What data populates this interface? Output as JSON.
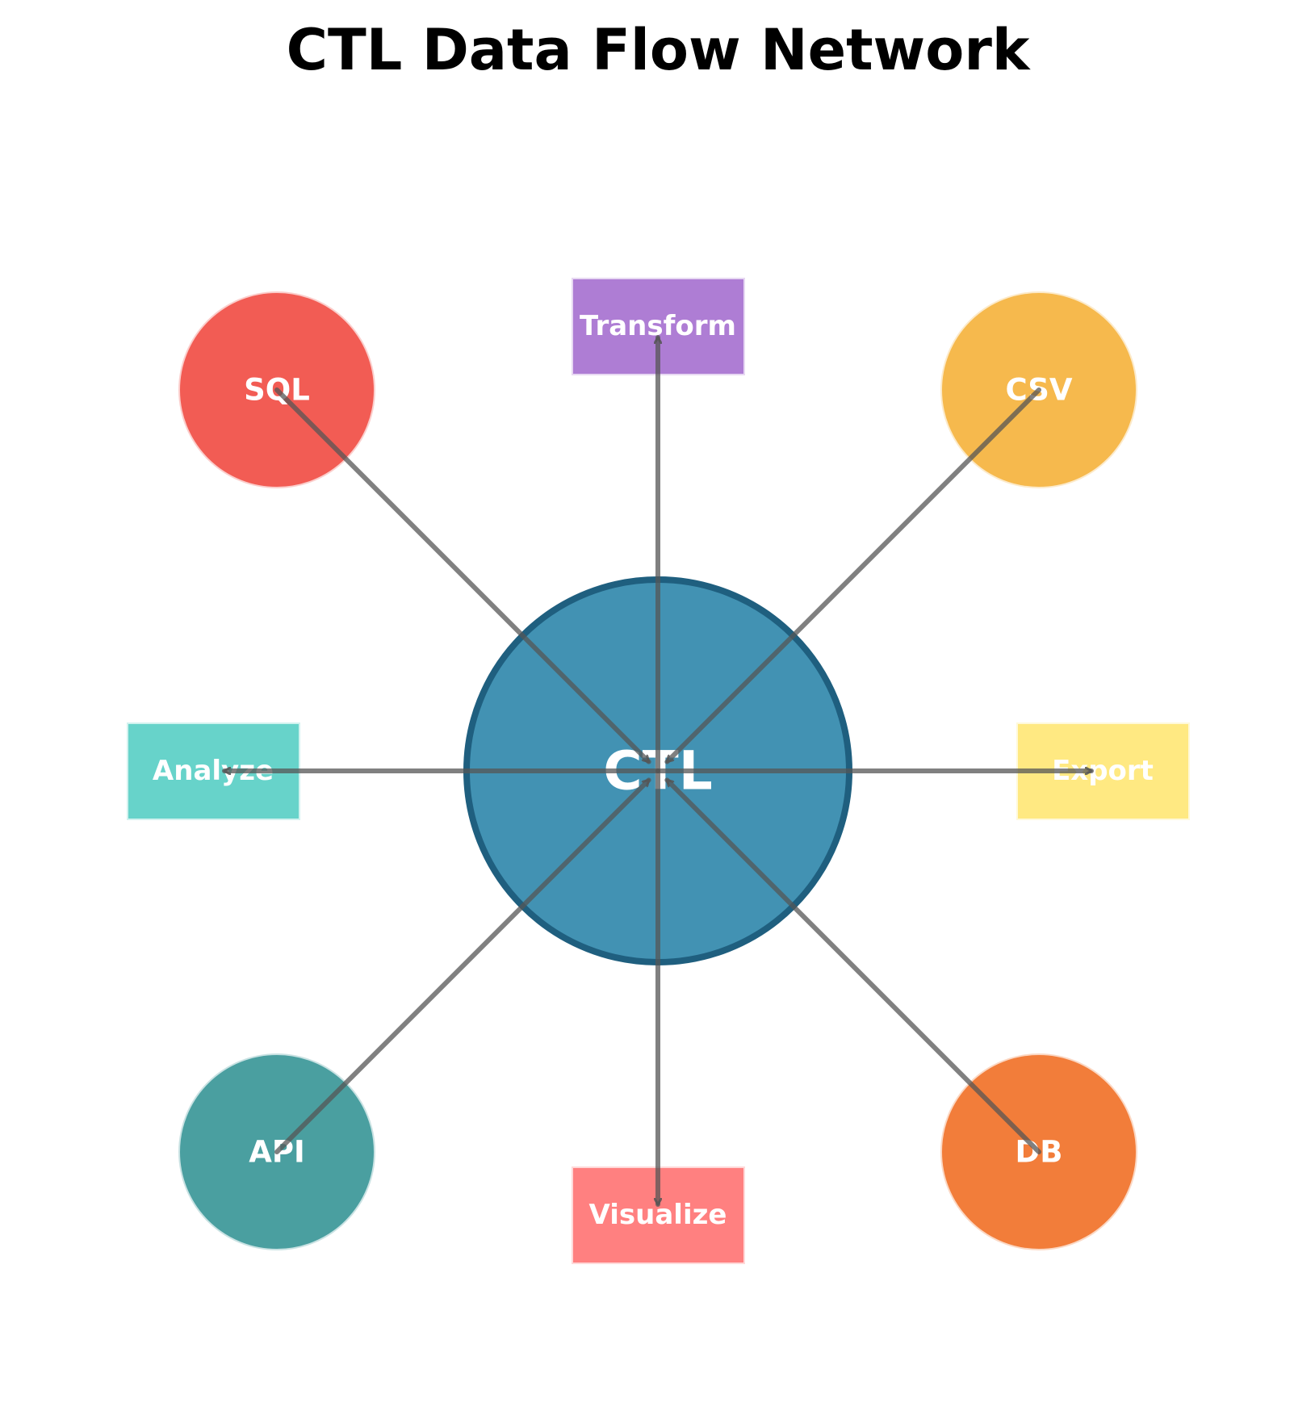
{
  "title": "CTL Data Flow Network",
  "hub": {
    "label": "CTL",
    "color": "#2E86AB"
  },
  "sources": [
    {
      "id": "sql",
      "label": "SQL",
      "color": "#F25C54"
    },
    {
      "id": "csv",
      "label": "CSV",
      "color": "#F6B94D"
    },
    {
      "id": "api",
      "label": "API",
      "color": "#4A9FA0"
    },
    {
      "id": "db",
      "label": "DB",
      "color": "#F27D3A"
    }
  ],
  "outputs": [
    {
      "id": "transform",
      "label": "Transform",
      "color": "#AE7DD4"
    },
    {
      "id": "export",
      "label": "Export",
      "color": "#FFE982"
    },
    {
      "id": "visualize",
      "label": "Visualize",
      "color": "#FF8080"
    },
    {
      "id": "analyze",
      "label": "Analyze",
      "color": "#67D3CA"
    }
  ],
  "edges": [
    {
      "from": "sql",
      "to": "hub"
    },
    {
      "from": "csv",
      "to": "hub"
    },
    {
      "from": "api",
      "to": "hub"
    },
    {
      "from": "db",
      "to": "hub"
    },
    {
      "from": "hub",
      "to": "transform"
    },
    {
      "from": "hub",
      "to": "export"
    },
    {
      "from": "hub",
      "to": "visualize"
    },
    {
      "from": "hub",
      "to": "analyze"
    }
  ]
}
